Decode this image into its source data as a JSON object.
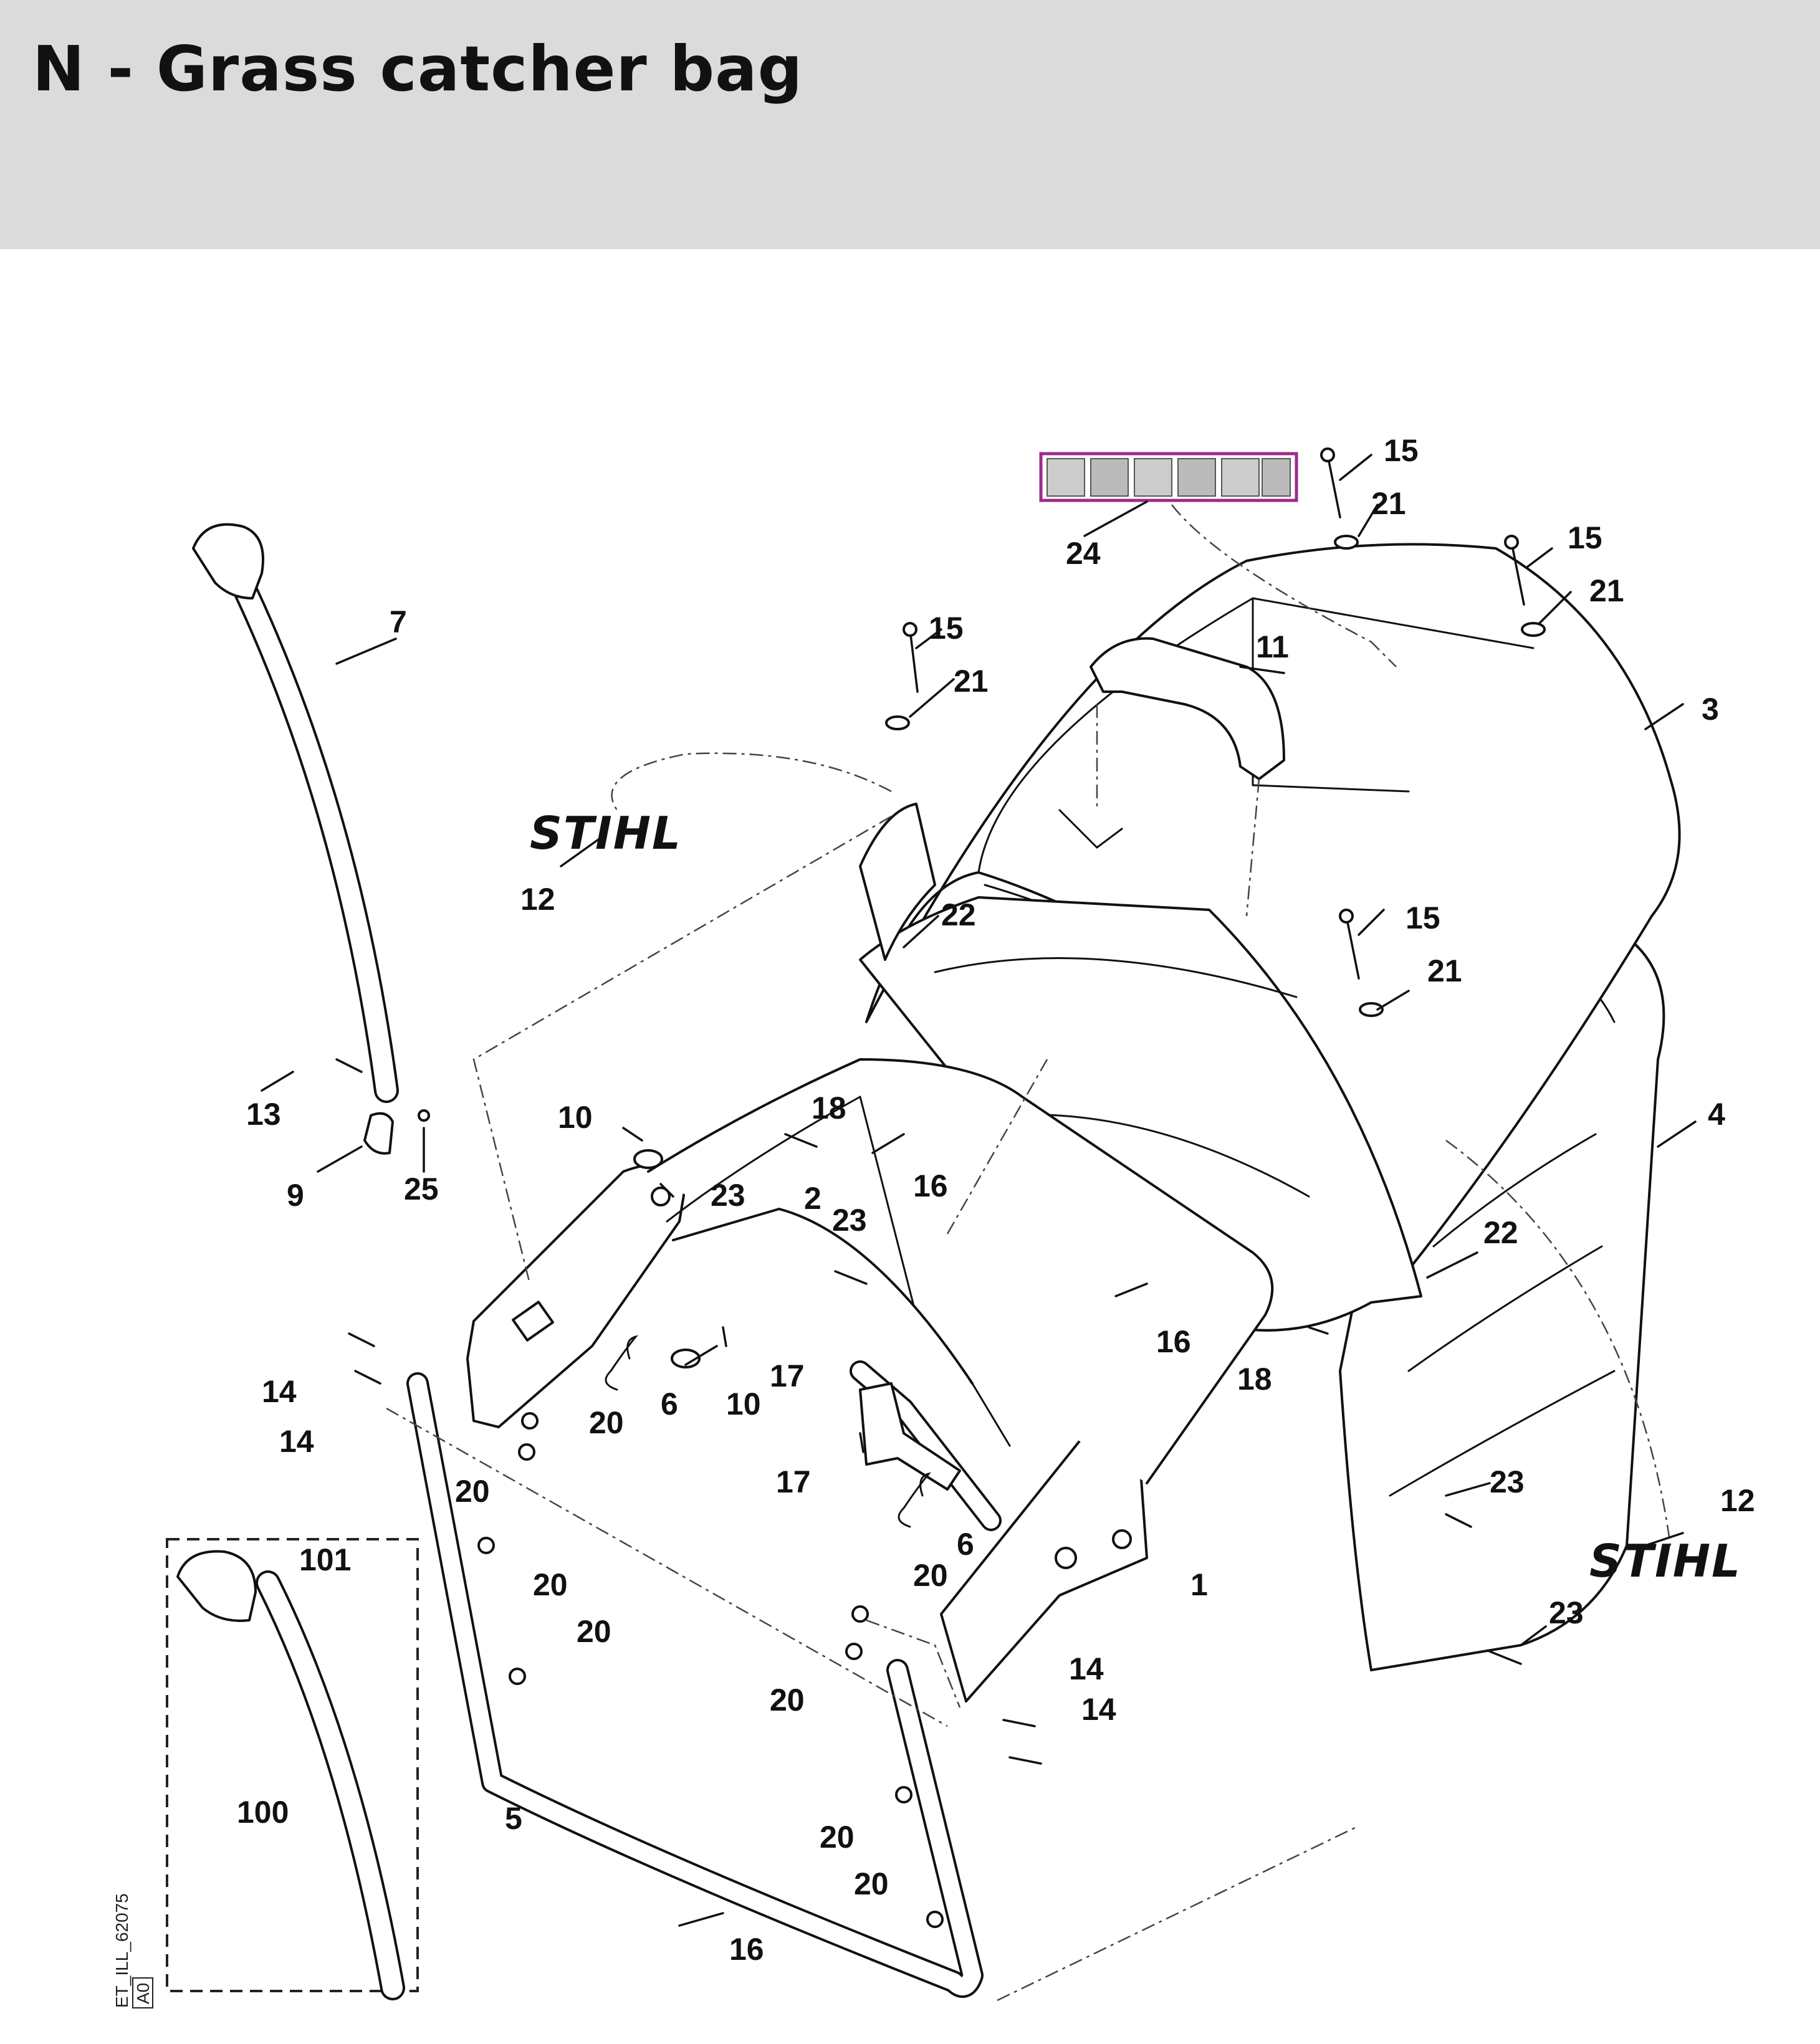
{
  "header": {
    "title": "N - Grass catcher bag"
  },
  "brand_text": "STIHL",
  "drawing_reference": {
    "code": "ET_ILL_62075",
    "revision": "A0"
  },
  "callouts": [
    "1",
    "2",
    "3",
    "4",
    "5",
    "6",
    "6",
    "7",
    "9",
    "10",
    "10",
    "11",
    "12",
    "12",
    "13",
    "14",
    "14",
    "14",
    "14",
    "15",
    "15",
    "15",
    "15",
    "16",
    "16",
    "16",
    "16",
    "17",
    "17",
    "18",
    "18",
    "20",
    "20",
    "20",
    "20",
    "20",
    "20",
    "20",
    "20",
    "20",
    "21",
    "21",
    "21",
    "21",
    "22",
    "22",
    "23",
    "23",
    "23",
    "23",
    "24",
    "25",
    "100",
    "101"
  ]
}
